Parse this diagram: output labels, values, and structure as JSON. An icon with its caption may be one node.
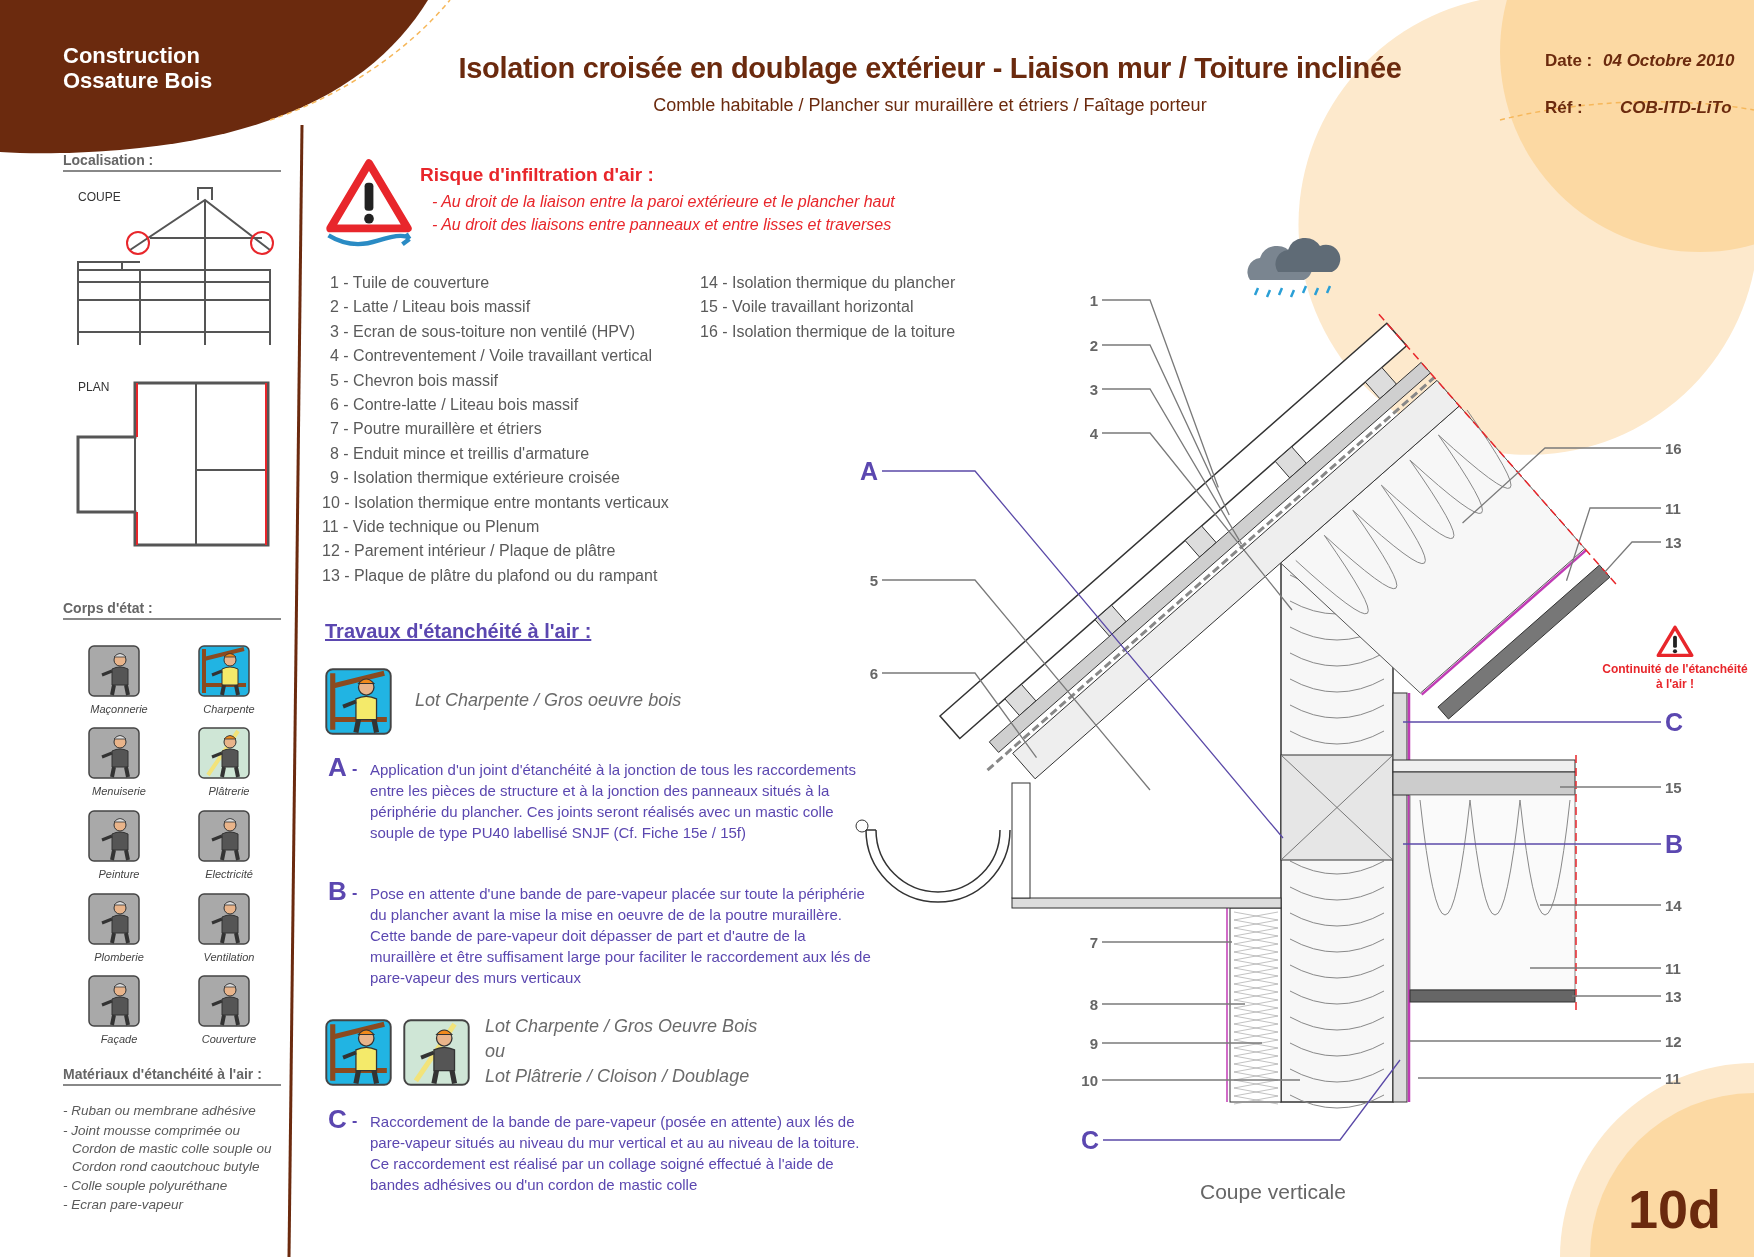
{
  "diagram": {
    "title": "Isolation croisée en doublage extérieur - Liaison mur / Toiture inclinée",
    "caption": "Coupe verticale",
    "nodes": [
      {
        "text": [
          "1"
        ]
      },
      {
        "text": [
          "2"
        ]
      },
      {
        "text": [
          "3"
        ]
      },
      {
        "text": [
          "4"
        ]
      },
      {
        "text": [
          "A"
        ]
      },
      {
        "text": [
          "5"
        ]
      },
      {
        "text": [
          "6"
        ]
      },
      {
        "text": [
          "7"
        ]
      },
      {
        "text": [
          "8"
        ]
      },
      {
        "text": [
          "9"
        ]
      },
      {
        "text": [
          "10"
        ]
      },
      {
        "text": [
          "C"
        ]
      },
      {
        "text": [
          "16"
        ]
      },
      {
        "text": [
          "11"
        ]
      },
      {
        "text": [
          "13"
        ]
      },
      {
        "text": [
          "C"
        ]
      },
      {
        "text": [
          "15"
        ]
      },
      {
        "text": [
          "B"
        ]
      },
      {
        "text": [
          "14"
        ]
      },
      {
        "text": [
          "11"
        ]
      },
      {
        "text": [
          "13"
        ]
      },
      {
        "text": [
          "12"
        ]
      },
      {
        "text": [
          "11"
        ]
      }
    ],
    "edges": [
      {
        "from": 0,
        "to": null,
        "arrow": "none"
      },
      {
        "from": 1,
        "to": null,
        "arrow": "none"
      },
      {
        "from": 2,
        "to": null,
        "arrow": "none"
      },
      {
        "from": 3,
        "to": null,
        "arrow": "none"
      },
      {
        "from": 4,
        "to": null,
        "arrow": "none",
        "color": "#5b4aa8"
      },
      {
        "from": 5,
        "to": null,
        "arrow": "none"
      },
      {
        "from": 6,
        "to": null,
        "arrow": "none"
      },
      {
        "from": 7,
        "to": null,
        "arrow": "none"
      },
      {
        "from": 8,
        "to": null,
        "arrow": "none"
      },
      {
        "from": 9,
        "to": null,
        "arrow": "none"
      },
      {
        "from": 10,
        "to": null,
        "arrow": "none"
      },
      {
        "from": 11,
        "to": null,
        "arrow": "none",
        "color": "#5b4aa8"
      },
      {
        "from": 12,
        "to": null,
        "arrow": "none"
      },
      {
        "from": 13,
        "to": null,
        "arrow": "none"
      },
      {
        "from": 14,
        "to": null,
        "arrow": "none"
      },
      {
        "from": 15,
        "to": null,
        "arrow": "none",
        "color": "#5b4aa8"
      },
      {
        "from": 16,
        "to": null,
        "arrow": "none"
      },
      {
        "from": 17,
        "to": null,
        "arrow": "none",
        "color": "#5b4aa8"
      },
      {
        "from": 18,
        "to": null,
        "arrow": "none"
      },
      {
        "from": 19,
        "to": null,
        "arrow": "none"
      },
      {
        "from": 20,
        "to": null,
        "arrow": "none"
      },
      {
        "from": 21,
        "to": null,
        "arrow": "none"
      },
      {
        "from": 22,
        "to": null,
        "arrow": "none"
      }
    ],
    "labels": [
      "Construction Ossature Bois",
      "Comble habitable / Plancher sur muraillère et étriers / Faîtage porteur",
      "Date :",
      "04 Octobre 2010",
      "Réf :",
      "COB-ITD-LiTo",
      "Localisation :",
      "COUPE",
      "PLAN",
      "Corps d'état :",
      "Maçonnerie",
      "Charpente",
      "Menuiserie",
      "Plâtrerie",
      "Peinture",
      "Electricité",
      "Plomberie",
      "Ventilation",
      "Façade",
      "Couverture",
      "Matériaux d'étanchéité à l'air :",
      "- Ruban ou membrane adhésive",
      "- Joint mousse comprimée ou Cordon de mastic colle souple ou Cordon rond caoutchouc butyle",
      "- Colle souple polyuréthane",
      "- Ecran pare-vapeur",
      "Risque d'infiltration d'air :",
      "- Au droit de la liaison entre la paroi extérieure et le plancher haut",
      "- Au droit des liaisons entre panneaux et entre lisses et traverses",
      "1 - Tuile de couverture",
      "2 - Latte / Liteau bois massif",
      "3 - Ecran de sous-toiture non ventilé (HPV)",
      "4 - Contreventement / Voile travaillant vertical",
      "5 - Chevron bois massif",
      "6 - Contre-latte / Liteau bois massif",
      "7 - Poutre muraillère et étriers",
      "8 - Enduit mince et treillis d'armature",
      "9 - Isolation thermique extérieure croisée",
      "10 - Isolation thermique entre montants verticaux",
      "11 - Vide technique ou Plenum",
      "12 - Parement intérieur / Plaque de plâtre",
      "13 - Plaque de plâtre du plafond ou du rampant",
      "14 - Isolation thermique du plancher",
      "15 - Voile travaillant horizontal",
      "16 - Isolation thermique de la toiture",
      "Travaux d'étanchéité à l'air :",
      "Lot Charpente / Gros oeuvre bois",
      "A",
      "-",
      "Application d'un joint d'étanchéité à la jonction de tous les raccordements entre les pièces de structure et à la jonction des panneaux situés à la périphérie du plancher. Ces joints seront réalisés avec un mastic colle souple de type PU40 labellisé SNJF (Cf. Fiche 15e / 15f)",
      "B",
      "-",
      "Pose en attente d'une bande de pare-vapeur placée sur toute la périphérie du plancher avant la mise la mise en oeuvre de de la poutre muraillère. Cette bande de pare-vapeur doit dépasser de part et d'autre de la muraillère et être suffisament large pour faciliter le raccordement aux lés de pare-vapeur des murs verticaux",
      "Lot Charpente / Gros Oeuvre Bois",
      "ou",
      "Lot Plâtrerie / Cloison / Doublage",
      "C",
      "-",
      "Raccordement de la bande de pare-vapeur (posée en attente) aux lés de pare-vapeur situés au niveau du mur vertical et au au niveau de la toiture. Ce raccordement est réalisé par un collage soigné effectué à l'aide de bandes adhésives ou d'un cordon de mastic colle",
      "Continuité de l'étanchéité à l'air !",
      "10d"
    ]
  }
}
